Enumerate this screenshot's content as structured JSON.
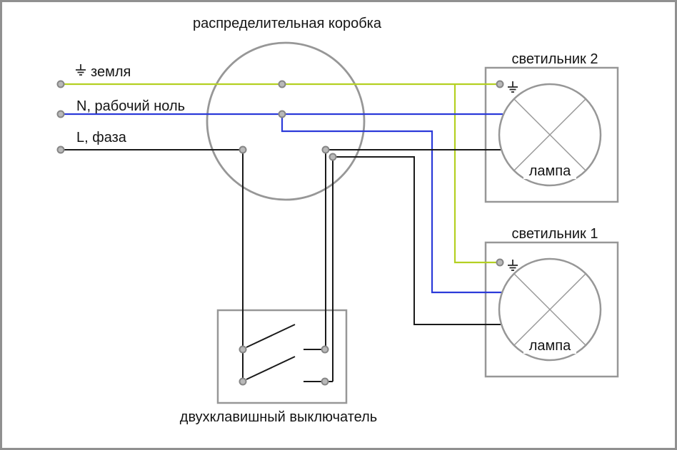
{
  "colors": {
    "ground_wire": "#b4d022",
    "neutral_wire": "#2b3ad9",
    "phase_wire": "#1a1a1a",
    "outline": "#979797"
  },
  "diagram": {
    "title": "распределительная коробка",
    "source_lines": {
      "ground": "земля",
      "neutral": "N, рабочий ноль",
      "phase": "L, фаза"
    },
    "fixture_2": {
      "label": "светильник 2",
      "lamp": "лампа"
    },
    "fixture_1": {
      "label": "светильник 1",
      "lamp": "лампа"
    },
    "switch": {
      "label": "двухклавишный выключатель"
    }
  }
}
